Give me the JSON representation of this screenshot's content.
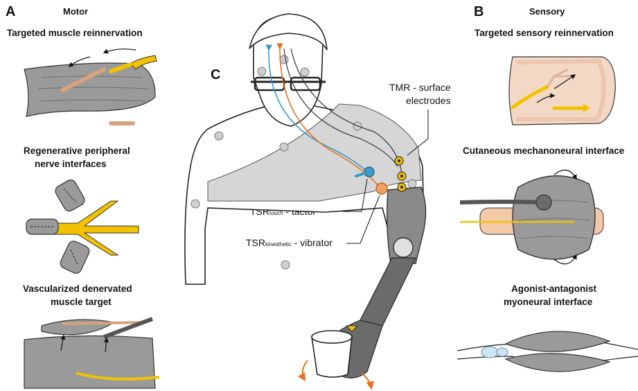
{
  "panel_a": {
    "letter": "A",
    "heading": "Motor",
    "items": [
      "Targeted muscle reinnervation",
      "Regenerative peripheral",
      "nerve interfaces",
      "Vascularized denervated",
      "muscle target"
    ]
  },
  "panel_b": {
    "letter": "B",
    "heading": "Sensory",
    "items": [
      "Targeted sensory reinnervation",
      "Cutaneous mechanoneural interface",
      "Agonist-antagonist",
      "myoneural interface"
    ]
  },
  "panel_c": {
    "letter": "C",
    "tmr_line1": "TMR - surface",
    "tmr_line2": "electrodes",
    "tsr_touch_base": "TSR",
    "tsr_touch_sub": "touch",
    "tsr_touch_rest": " - tactor",
    "tsr_kin_base": "TSR",
    "tsr_kin_sub": "kinesthetic",
    "tsr_kin_rest": " - vibrator"
  },
  "colors": {
    "nerve_yellow": "#f2c200",
    "muscle_gray": "#9a9a9a",
    "skin": "#f3c9a8",
    "signal_blue": "#3d9ac6",
    "signal_orange": "#e8701c",
    "prosthesis": "#6b6b6b"
  }
}
